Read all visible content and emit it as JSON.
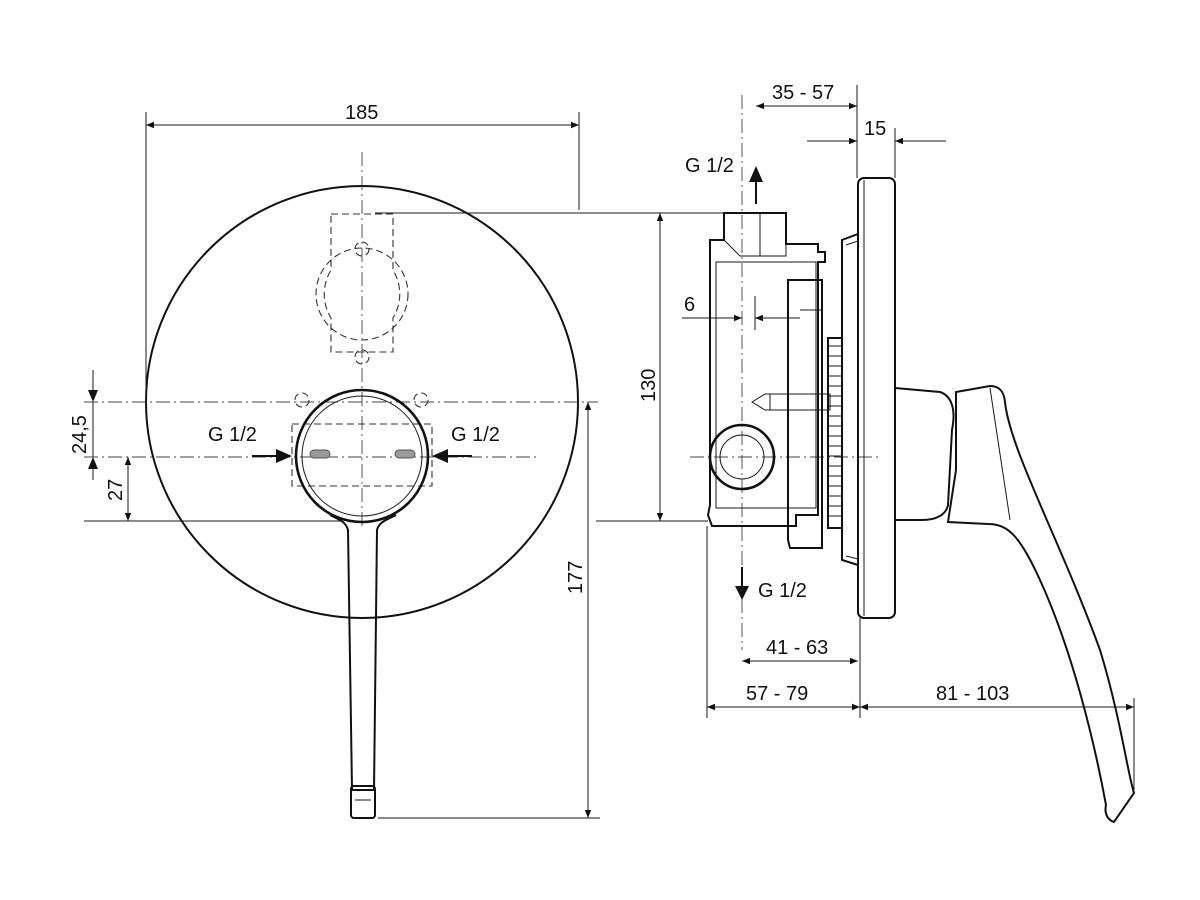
{
  "front_view": {
    "dims": {
      "width": "185",
      "height_total": "177",
      "inlet_offset": "24,5",
      "lever_offset": "27"
    },
    "ports": {
      "left_inlet": "G 1/2",
      "right_inlet": "G 1/2"
    }
  },
  "side_view": {
    "dims": {
      "top_range": "35 - 57",
      "plate": "15",
      "body_height": "130",
      "small": "6",
      "mid_range": "41 - 63",
      "depth_range": "57 - 79",
      "handle_range": "81 - 103"
    },
    "ports": {
      "top_outlet": "G 1/2",
      "bottom_outlet": "G 1/2"
    }
  },
  "colors": {
    "line": "#111111",
    "background": "#ffffff",
    "indicator": "#9a9a9a"
  }
}
